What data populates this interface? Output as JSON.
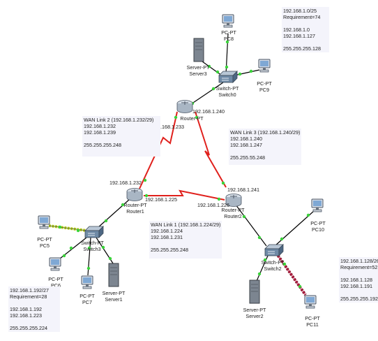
{
  "notes": {
    "lan_top": "192.168.1.0/25\nRequirement=74\n\n192.168.1.0\n192.168.1.127\n\n255.255.255.128",
    "wan2": "WAN Link 2 (192.168.1.232/29)\n192.168.1.232\n192.168.1.239\n\n255.255.255.248",
    "wan3": "WAN Link 3 (192.168.1.240/29)\n192.168.1.240\n192.168.1.247\n\n255.255.55.248",
    "wan1": "WAN Link 1 (192.168.1.224/29)\n192.168.1.224\n192.168.1.231\n\n255.255.255.248",
    "lan_left": "192.168.1.192/27\nRequirement=28\n\n192.168.1.192\n192.168.1.223\n\n255.255.255.224",
    "lan_right": "192.168.1.128/26\nRequirement=52\n\n192.168.1.128\n192.168.1.191\n\n255.255.255.192"
  },
  "ip_labels": {
    "r0_bottom": "192.168.1.240",
    "r0_left": "192.168.1.233",
    "r1_top": "192.168.1.232",
    "r1_right": "192.168.1.225",
    "r2_top": "192.168.1.241",
    "r2_left": "192.168.1.226"
  },
  "devices": {
    "pc8": "PC-PT\nPC8",
    "server3": "Server-PT\nServer3",
    "switch0": "Switch-PT\nSwitch0",
    "pc9": "PC-PT\nPC9",
    "router0": "Router-PT",
    "router1": "Router-PT\nRouter1",
    "router2": "Router-PT\nRouter2",
    "pc5": "PC-PT\nPC5",
    "switch3": "Switch-PT\nSwitch3",
    "pc6": "PC-PT\nPC6",
    "pc7": "PC-PT\nPC7",
    "server1": "Server-PT\nServer1",
    "pc10": "PC-PT\nPC10",
    "switch2": "Switch-PT\nSwitch2",
    "server2": "Server-PT\nServer2",
    "pc11": "PC-PT\nPC11"
  },
  "colors": {
    "lan_link": "#000000",
    "wan_link": "#e0201c",
    "port_up": "#39d339",
    "active_link_green": "#b6c81e",
    "active_link_red": "#8b1028"
  }
}
